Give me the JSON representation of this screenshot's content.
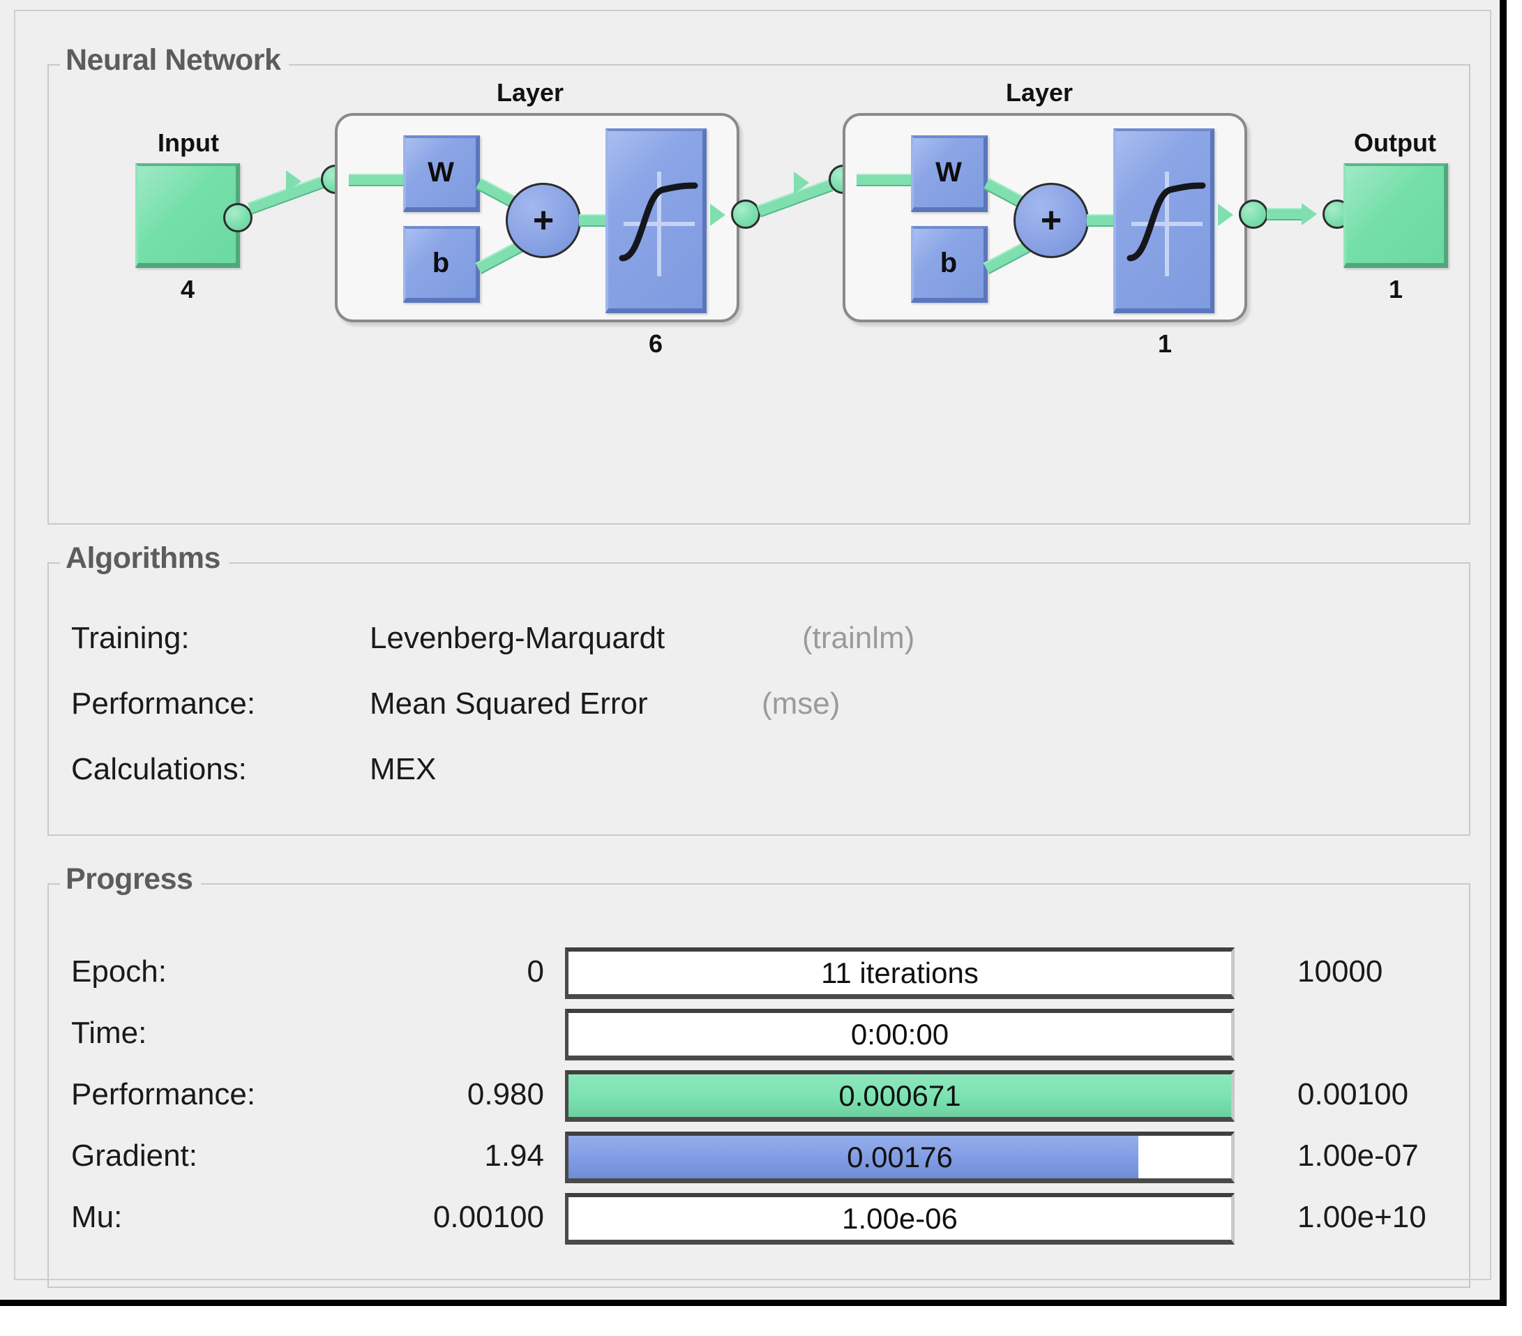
{
  "network": {
    "group_title": "Neural Network",
    "input_label": "Input",
    "input_size": "4",
    "layer1_label": "Layer",
    "layer1_w": "W",
    "layer1_b": "b",
    "layer1_sum": "+",
    "layer1_size": "6",
    "layer2_label": "Layer",
    "layer2_w": "W",
    "layer2_b": "b",
    "layer2_sum": "+",
    "layer2_size": "1",
    "output_label": "Output",
    "output_size": "1"
  },
  "algorithms": {
    "group_title": "Algorithms",
    "rows": [
      {
        "label": "Training:",
        "value": "Levenberg-Marquardt",
        "paren": "(trainlm)"
      },
      {
        "label": "Performance:",
        "value": "Mean Squared Error",
        "paren": "(mse)"
      },
      {
        "label": "Calculations:",
        "value": "MEX",
        "paren": ""
      }
    ]
  },
  "progress": {
    "group_title": "Progress",
    "rows": [
      {
        "label": "Epoch:",
        "left": "0",
        "bar": "11 iterations",
        "right": "10000",
        "fill": 0,
        "color": "none"
      },
      {
        "label": "Time:",
        "left": "",
        "bar": "0:00:00",
        "right": "",
        "fill": 0,
        "color": "none"
      },
      {
        "label": "Performance:",
        "left": "0.980",
        "bar": "0.000671",
        "right": "0.00100",
        "fill": 100,
        "color": "green"
      },
      {
        "label": "Gradient:",
        "left": "1.94",
        "bar": "0.00176",
        "right": "1.00e-07",
        "fill": 86,
        "color": "blue"
      },
      {
        "label": "Mu:",
        "left": "0.00100",
        "bar": "1.00e-06",
        "right": "1.00e+10",
        "fill": 0,
        "color": "none"
      }
    ]
  },
  "colors": {
    "green": "#7ae2b0",
    "blue": "#7f9ce0",
    "panel": "#efefef",
    "border": "#c9c9c9",
    "legend_text": "#5c5c5c"
  }
}
